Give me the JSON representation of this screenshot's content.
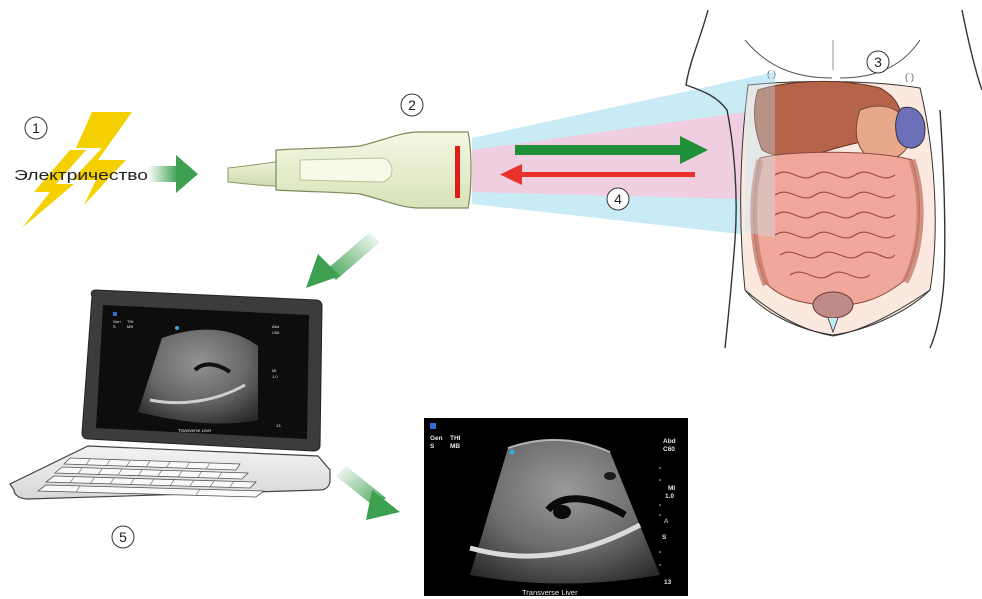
{
  "labels": {
    "step1": "1",
    "step2": "2",
    "step3": "3",
    "step4": "4",
    "step5": "5",
    "electricity": "Электричество"
  },
  "ultrasound_overlay": {
    "gen": "Gen",
    "s": "S",
    "thi": "THI",
    "mb": "MB",
    "abd": "Abd",
    "c60": "C60",
    "mi": "MI",
    "mi_value": "1.0",
    "a": "A",
    "s_marker": "S",
    "depth": "13",
    "caption": "Transverse Liver"
  },
  "colors": {
    "lightning": "#f5d000",
    "flow_arrow": "#3da050",
    "transmit_arrow": "#1f8f3a",
    "echo_arrow": "#e8312a",
    "transducer_body": "#e9f0d0",
    "transducer_face": "#e01b1b",
    "beam_blue": "#bfe8f5",
    "beam_pink": "#f6c9dc"
  }
}
